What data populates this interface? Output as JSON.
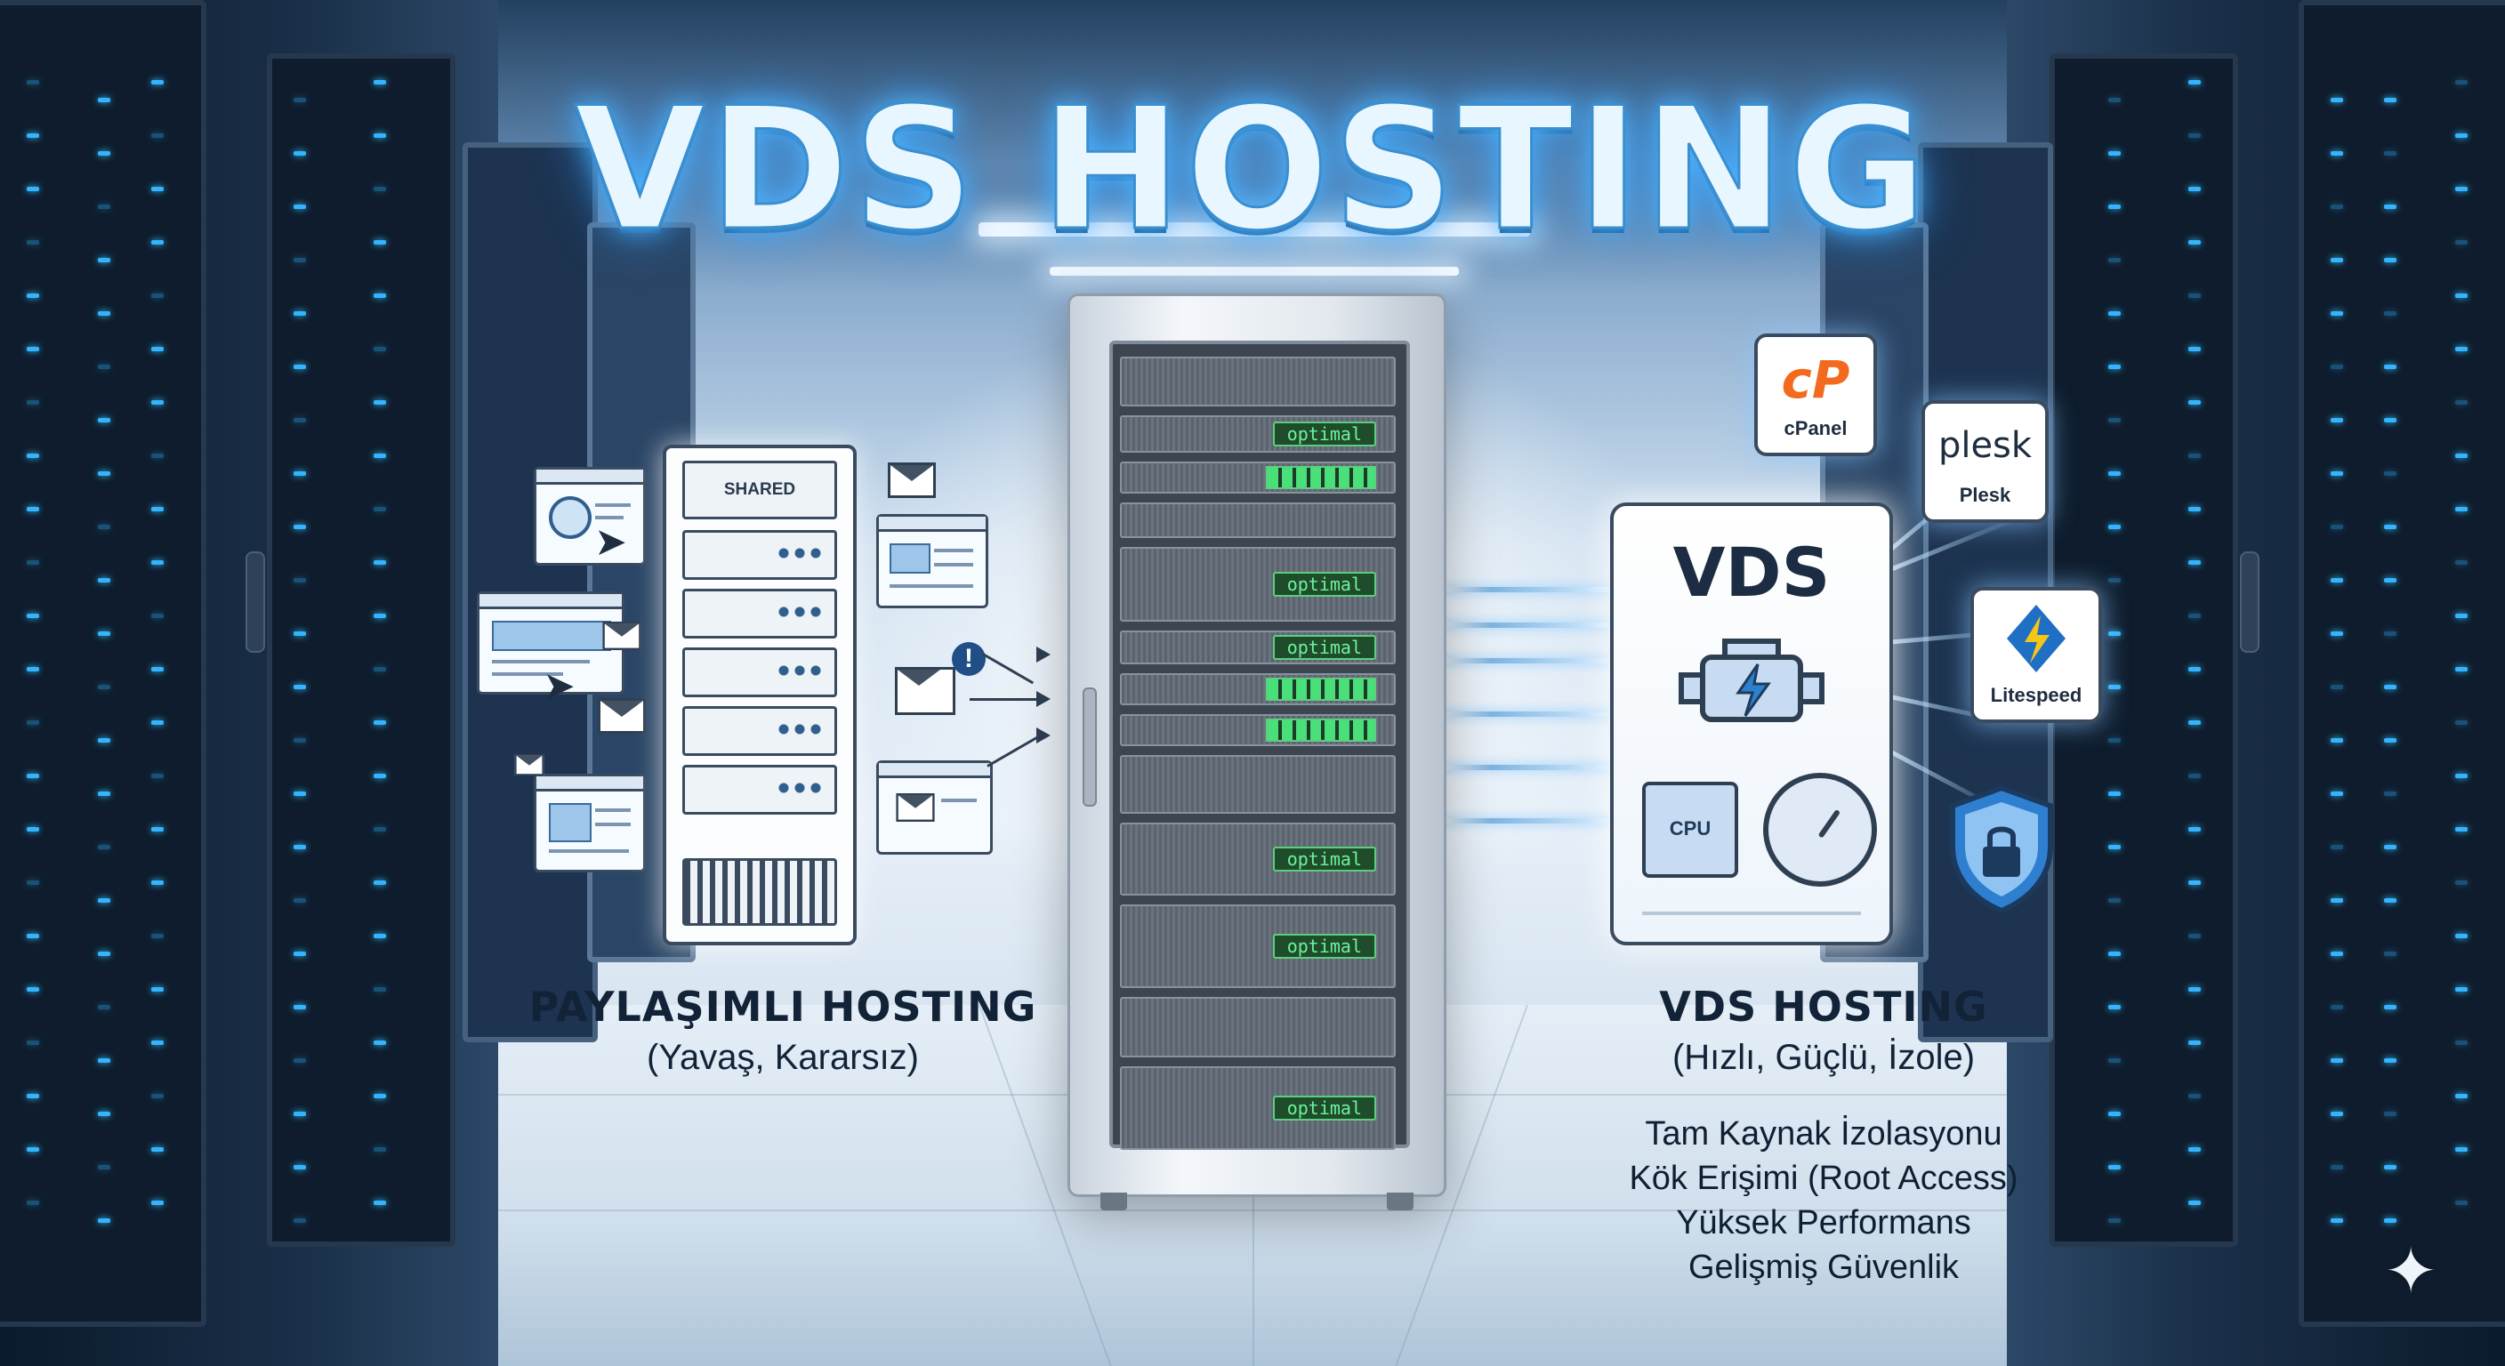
{
  "title": "VDS HOSTING",
  "shared": {
    "panel_label": "SHARED HOSTING",
    "caption_title": "PAYLAŞIMLI HOSTING",
    "caption_sub": "(Yavaş, Kararsız)"
  },
  "server": {
    "status_label": "optimal"
  },
  "vds": {
    "card_title": "VDS",
    "cpu_label": "CPU",
    "caption_title": "VDS HOSTING",
    "caption_sub": "(Hızlı, Güçlü, İzole)",
    "features": [
      "Tam Kaynak İzolasyonu",
      "Kök Erişimi (Root Access)",
      "Yüksek Performans",
      "Gelişmiş Güvenlik"
    ]
  },
  "tools": {
    "cpanel_logo": "cP",
    "cpanel_label": "cPanel",
    "plesk_logo": "plesk",
    "plesk_label": "Plesk",
    "litespeed_label": "Litespeed"
  },
  "colors": {
    "title_glow": "#4fb5ff",
    "status_green": "#6ef29a",
    "cpanel_orange": "#f36a1f",
    "litespeed_blue": "#1f6fc4",
    "litespeed_yellow": "#f5c518",
    "shield_blue": "#2f7fd0"
  },
  "icons": [
    "globe-icon",
    "cursor-icon",
    "envelope-icon",
    "alert-icon",
    "engine-icon",
    "lightning-icon",
    "cpu-icon",
    "gauge-icon",
    "lock-icon",
    "shield-icon",
    "sparkle-icon"
  ]
}
